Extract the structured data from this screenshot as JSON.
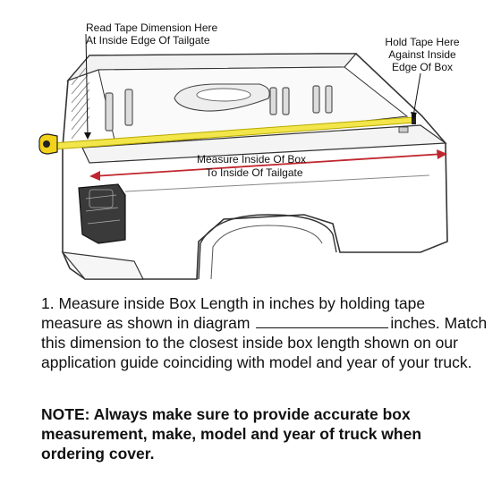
{
  "callouts": {
    "read_tape_line1": "Read Tape Dimension Here",
    "read_tape_line2": "At Inside Edge Of Tailgate",
    "hold_tape_line1": "Hold Tape Here",
    "hold_tape_line2": "Against Inside",
    "hold_tape_line3": "Edge Of Box"
  },
  "measure_label": {
    "line1": "Measure Inside Of Box",
    "line2": "To Inside Of Tailgate"
  },
  "instructions": {
    "step_number": "1.",
    "text_before_blank": "Measure inside Box Length in inches by holding tape measure as shown in diagram",
    "text_after_blank": "inches. Match this dimension to the closest inside box length shown on our application guide coinciding with model and year of your truck."
  },
  "note": {
    "prefix": "NOTE:",
    "text": "Always make sure to provide accurate box measurement, make, model and year of truck when ordering cover."
  },
  "colors": {
    "tape": "#f2e64a",
    "tape_stroke": "#b8a800",
    "measure_line": "#c0262e",
    "outline": "#333333"
  }
}
